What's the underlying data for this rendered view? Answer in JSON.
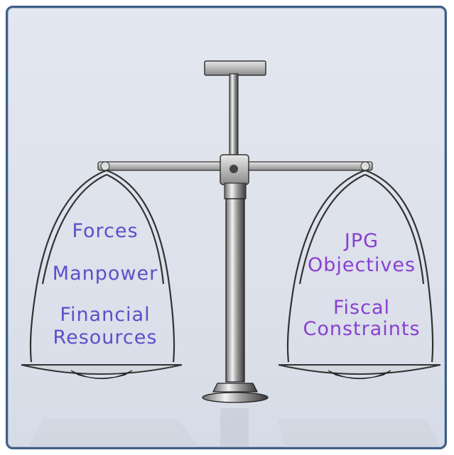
{
  "left_pan": {
    "items": [
      "Forces",
      "Manpower",
      "Financial",
      "Resources"
    ]
  },
  "right_pan": {
    "items": [
      "JPG",
      "Objectives",
      "Fiscal",
      "Constraints"
    ]
  },
  "colors": {
    "left_text": "#5a4fc8",
    "right_text": "#8a3fd0",
    "frame_border": "#3f5f86",
    "background": "#e0e5ee",
    "metal": "#2b2b2b"
  }
}
